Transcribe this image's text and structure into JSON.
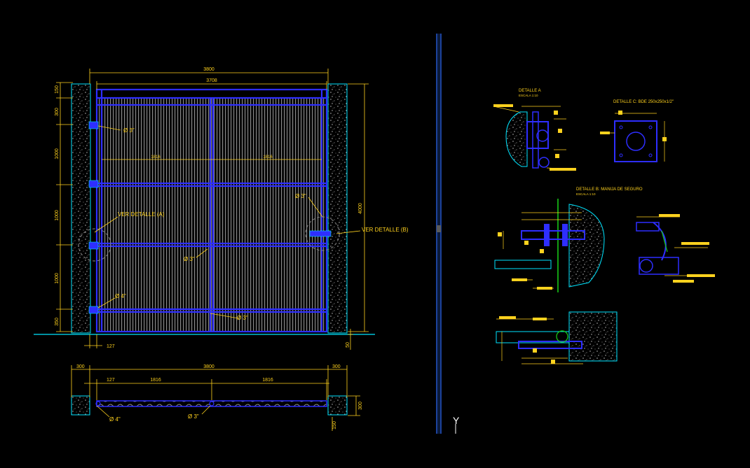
{
  "colors": {
    "background": "#000000",
    "dimension": "#ffd21e",
    "structure": "#2e2eff",
    "outline": "#00e5ff",
    "text": "#ffd21e",
    "green": "#18d418",
    "white": "#ffffff",
    "concrete": "#a0a0a0"
  },
  "elevation": {
    "overall_width": "3800",
    "inner_width": "3708",
    "height_total": "4000",
    "panel_width_left": "1816",
    "panel_width_right": "1816",
    "vdim_150": "150",
    "vdim_300": "300",
    "vdim_1000a": "1000",
    "vdim_1000b": "1000",
    "vdim_1000c": "1000",
    "vdim_350": "350",
    "bottom_127": "127",
    "bottom_50": "50",
    "label_d3_top": "Ø 3\"",
    "label_d3_right": "Ø 3\"",
    "label_d3_center": "Ø 3\"",
    "label_d3_bottom": "Ø 3\"",
    "label_d4": "Ø 4\"",
    "detail_a": "VER DETALLE (A)",
    "detail_b": "VER DETALLE (B)"
  },
  "plan": {
    "left_300": "300",
    "overall": "3800",
    "right_300": "300",
    "d127": "127",
    "d1816a": "1816",
    "d1816b": "1816",
    "depth_300": "300",
    "depth_150": "150",
    "label_d4": "Ø 4\"",
    "label_d3": "Ø 3\""
  },
  "details": {
    "detalle_a_title": "DETALLE  A",
    "detalle_a_scale": "ESCALA 1:10",
    "detalle_c_title": "DETALLE C: BDE 250x250x1/2\"",
    "detalle_b_title": "DETALLE B: MANIJA DE SEGURO",
    "detalle_b_scale": "ESCALA 1:10"
  },
  "ucs_icon_label": "Y"
}
